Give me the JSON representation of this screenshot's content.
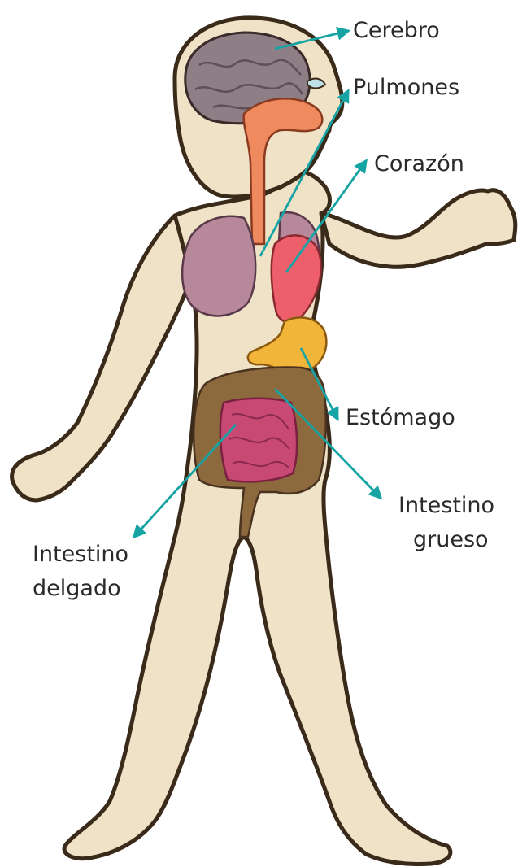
{
  "labels": {
    "cerebro": "Cerebro",
    "pulmones": "Pulmones",
    "corazon": "Corazón",
    "estomago": "Estómago",
    "intestino_grueso": [
      "Intestino",
      "grueso"
    ],
    "intestino_delgado": [
      "Intestino",
      "delgado"
    ]
  },
  "colors": {
    "arrow": "#16a3a3",
    "skin": "#efe2c6",
    "outline": "#3a2a1a",
    "brain": "#8e7f86",
    "lungs": "#b7889a",
    "heart": "#ec5f6b",
    "trachea": "#ee8a5e",
    "stomach": "#f3b43a",
    "large_intestine": "#8d6a3e",
    "small_intestine": "#c94975"
  }
}
